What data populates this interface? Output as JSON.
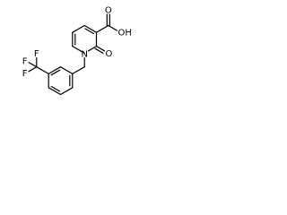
{
  "molecule": {
    "atoms": {
      "oh": "OH",
      "carbonyl_o": "O",
      "ring_carbonyl_o": "O",
      "n": "N",
      "f1": "F",
      "f2": "F",
      "f3": "F"
    }
  },
  "colors": {
    "bond": "#000000",
    "text": "#000000",
    "background": "#ffffff"
  }
}
